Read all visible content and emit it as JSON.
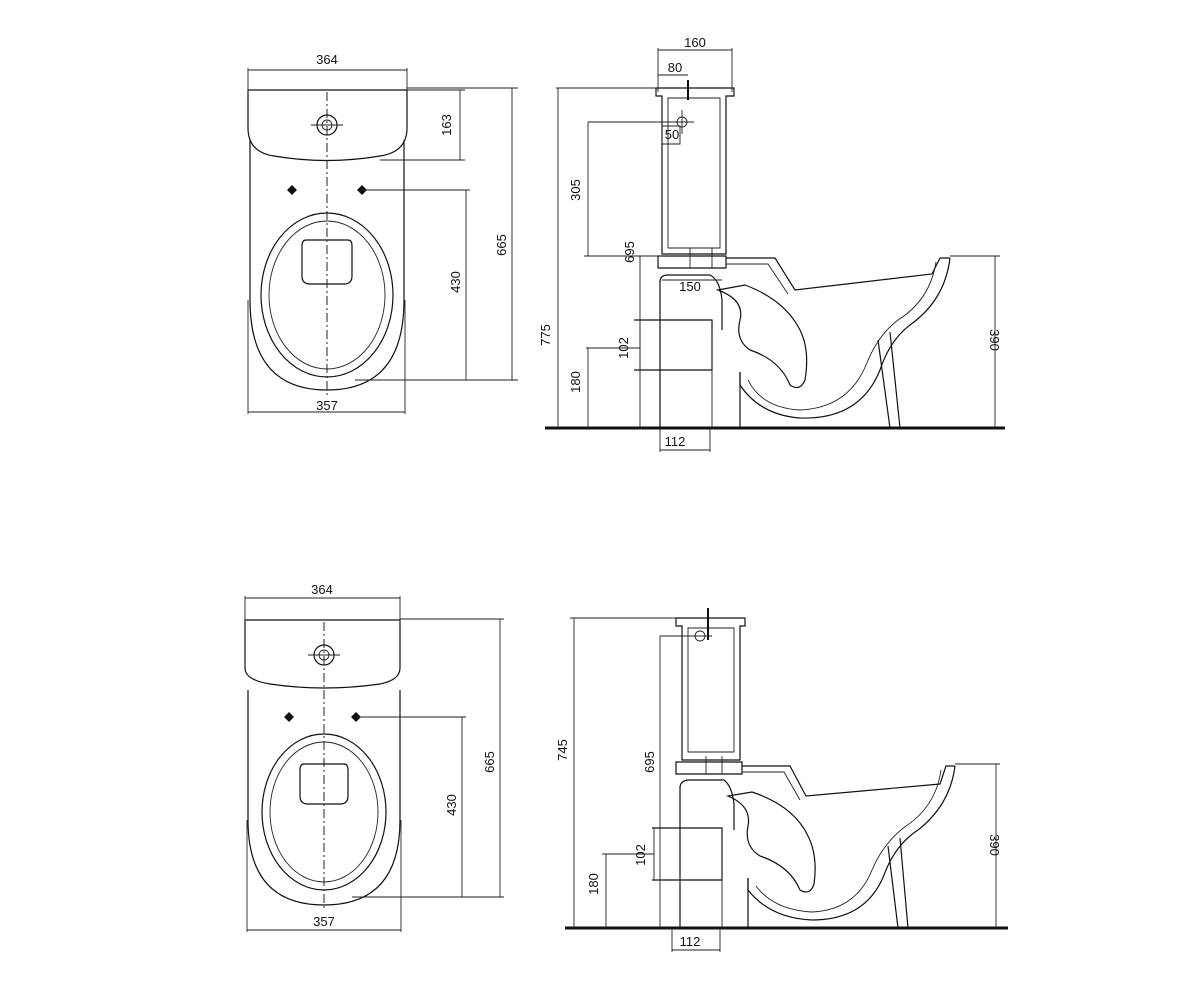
{
  "drawings": [
    {
      "top_view": {
        "tank_width": "364",
        "tank_depth": "163",
        "bowl_width": "357",
        "fixing_holes": "430",
        "overall_depth": "665"
      },
      "side_view": {
        "tank_depth": "160",
        "inlet_offset": "80",
        "inlet_diameter": "50",
        "inlet_height": "305",
        "overall_height": "775",
        "tank_base_height": "695",
        "seat_height": "390",
        "outlet_offset": "150",
        "outlet_diameter": "102",
        "outlet_height": "180",
        "outlet_width": "112"
      }
    },
    {
      "top_view": {
        "tank_width": "364",
        "bowl_width": "357",
        "fixing_holes": "430",
        "overall_depth": "665"
      },
      "side_view": {
        "overall_height": "745",
        "tank_base_height": "695",
        "seat_height": "390",
        "outlet_diameter": "102",
        "outlet_height": "180",
        "outlet_width": "112"
      }
    }
  ],
  "colors": {
    "line": "#111111",
    "background": "#ffffff"
  }
}
